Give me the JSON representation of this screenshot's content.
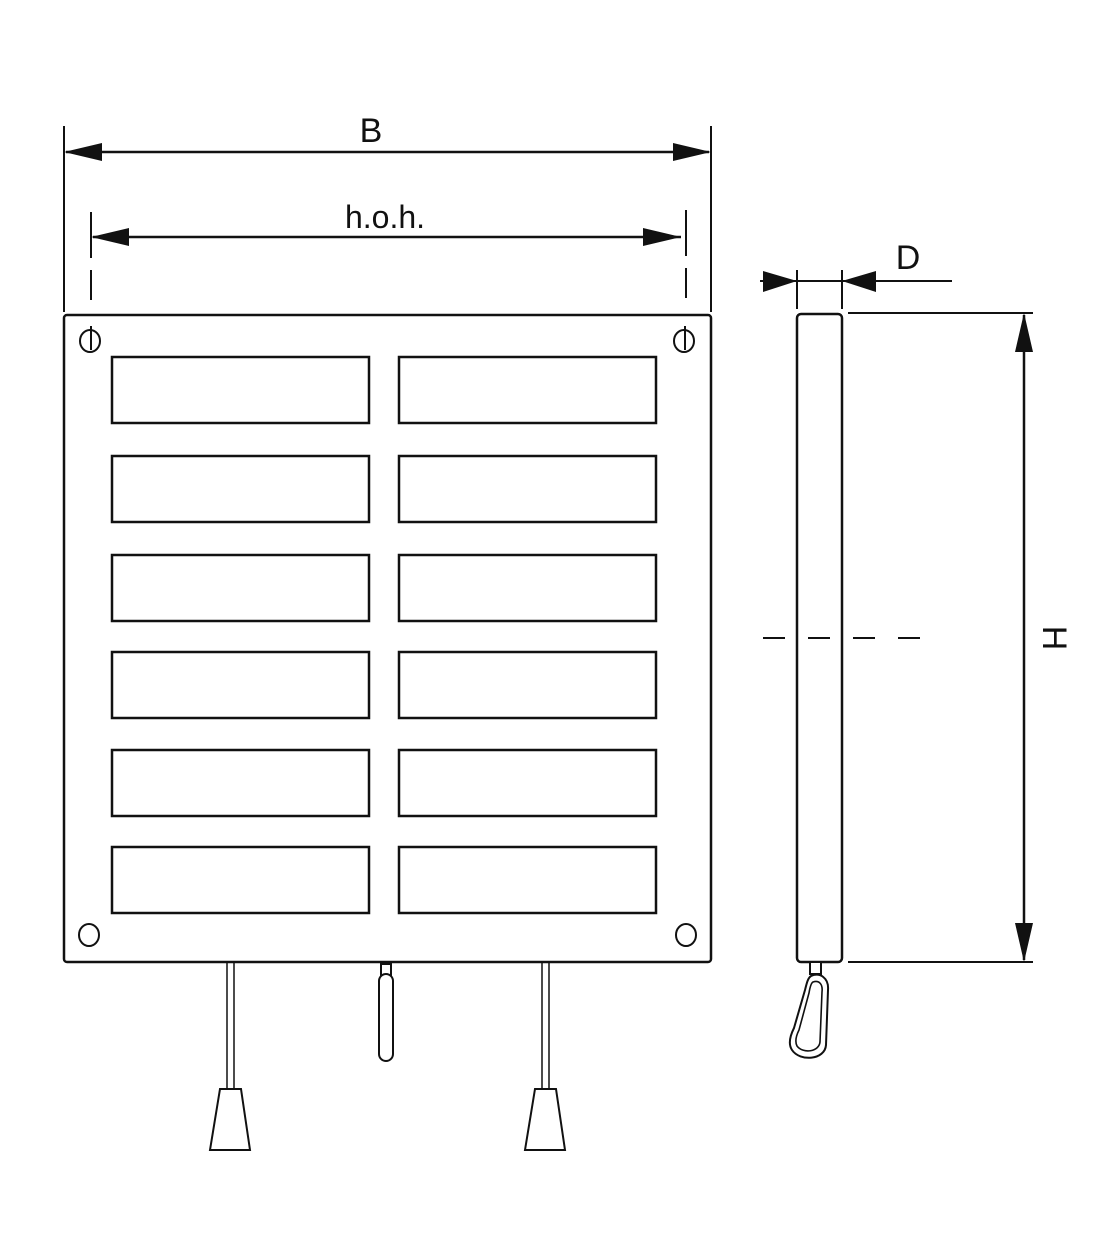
{
  "diagram": {
    "title": "Ventilation grille technical drawing",
    "stroke_color": "#111111",
    "background": "#ffffff",
    "dimensions": {
      "width_label": "B",
      "hole_spacing_label": "h.o.h.",
      "depth_label": "D",
      "height_label": "H"
    },
    "front_view": {
      "slot_rows": 6,
      "slot_columns": 2,
      "mounting_holes": 4,
      "pull_cords": 2,
      "center_handle": 1
    },
    "side_view": {
      "has_centerline": true,
      "has_carabiner_hook": true
    }
  }
}
